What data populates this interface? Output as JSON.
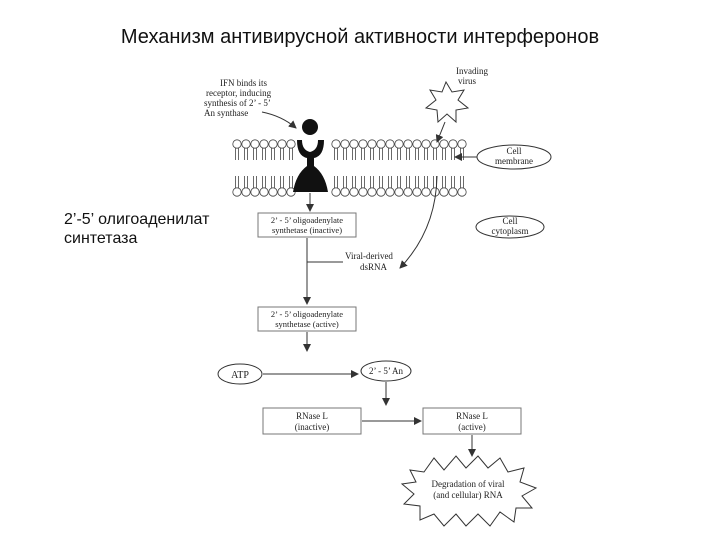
{
  "title": "Механизм антивирусной активности интерферонов",
  "side_label": [
    "2’-5’ олигоаденилат",
    "синтетаза"
  ],
  "diagram": {
    "ifn_note": [
      "IFN binds its",
      "receptor, inducing",
      "synthesis of 2’ - 5’",
      "An synthase"
    ],
    "virus_label": [
      "Invading",
      "virus"
    ],
    "cell_membrane": [
      "Cell",
      "membrane"
    ],
    "cell_cytoplasm": [
      "Cell",
      "cytoplasm"
    ],
    "synthetase_inactive": [
      "2’ - 5’ oligoadenylate",
      "synthetase (inactive)"
    ],
    "viral_dsrna": [
      "Viral-derived",
      "dsRNA"
    ],
    "synthetase_active": [
      "2’ - 5’ oligoadenylate",
      "synthetase (active)"
    ],
    "atp": "ATP",
    "two_five_an": "2’ - 5’ An",
    "rnase_inactive": [
      "RNase L",
      "(inactive)"
    ],
    "rnase_active": [
      "RNase L",
      "(active)"
    ],
    "degradation": [
      "Degradation of viral",
      "(and cellular) RNA"
    ]
  },
  "colors": {
    "line": "#333333",
    "box_stroke": "#777777",
    "receptor": "#111111"
  }
}
